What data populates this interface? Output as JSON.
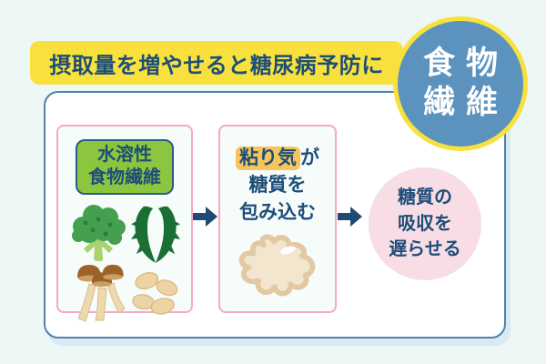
{
  "title_banner": {
    "text": "摂取量を増やせると糖尿病予防に"
  },
  "badge": {
    "line1": "食物",
    "line2": "繊維"
  },
  "steps": {
    "source": {
      "label_line1": "水溶性",
      "label_line2": "食物繊維",
      "icons": [
        "broccoli-icon",
        "wakame-icon",
        "mushroom-icon",
        "soybeans-icon"
      ]
    },
    "viscosity": {
      "highlight": "粘り気",
      "suffix": "が",
      "line2": "糖質を",
      "line3": "包み込む",
      "icon": "viscous-blob-icon"
    },
    "result": {
      "line1": "糖質の",
      "line2": "吸収を",
      "line3": "遅らせる"
    }
  },
  "colors": {
    "background": "#edf8f6",
    "banner_yellow": "#f8e13c",
    "navy_text": "#1d4e78",
    "badge_blue": "#5c93be",
    "panel_border": "#4e82ab",
    "pink_border": "#f6a8c5",
    "pink_circle": "#f8dde6",
    "green_label": "#8cc63f",
    "highlight_yellow": "#f6c55e",
    "arrow_navy": "#1e4a74"
  }
}
